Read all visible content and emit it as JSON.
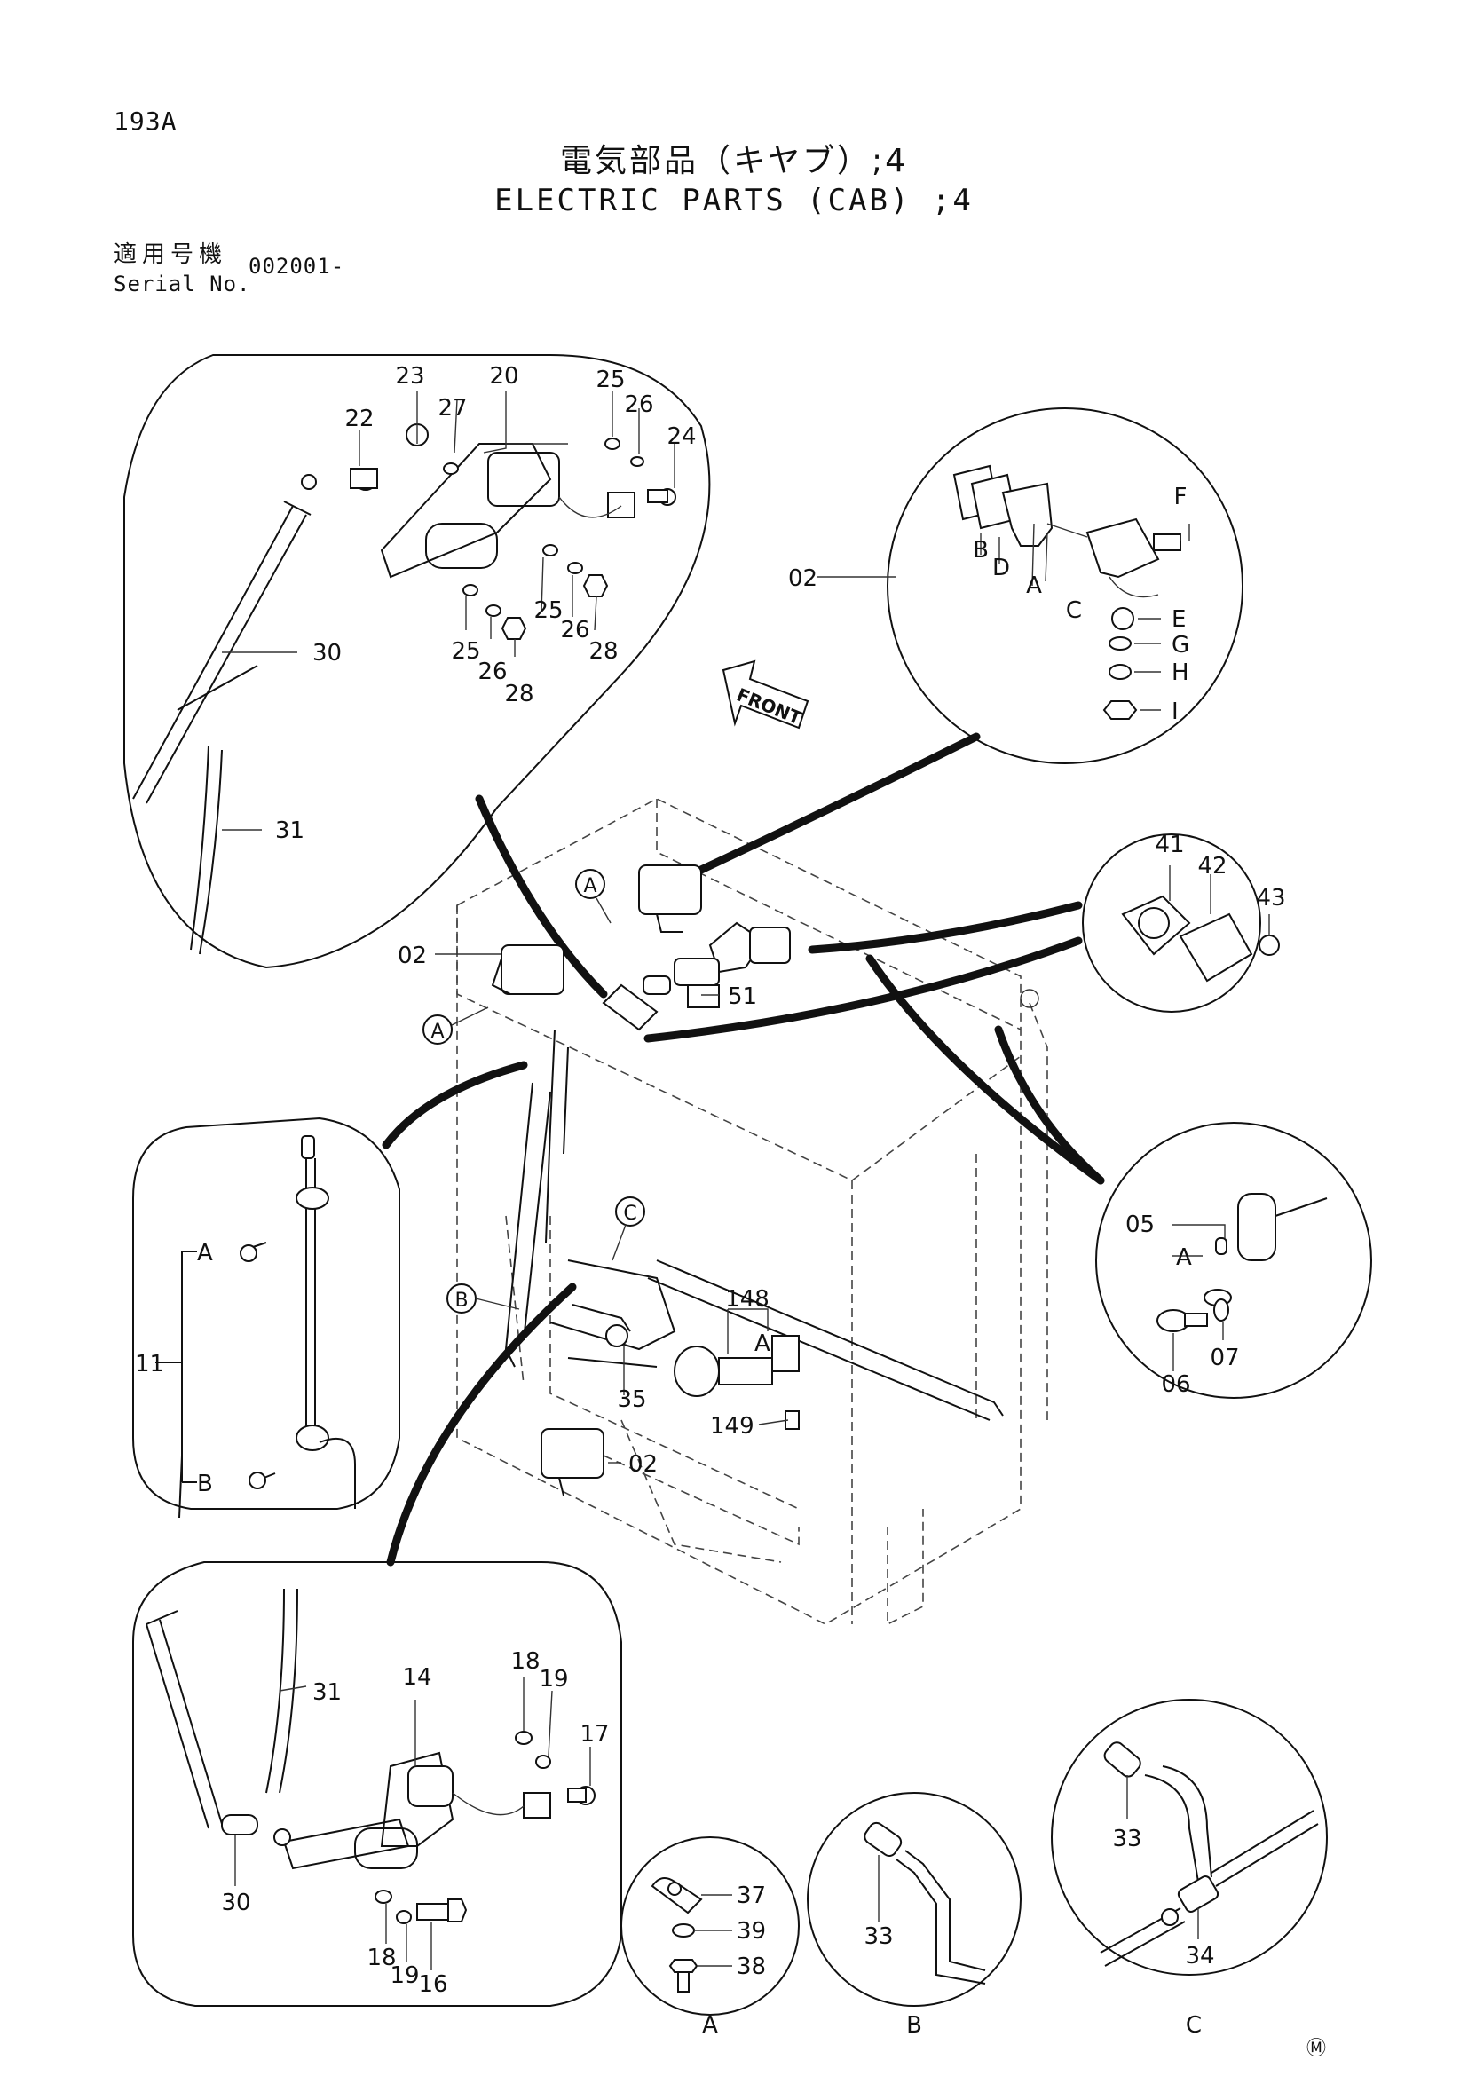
{
  "header": {
    "page_code": "193A",
    "title_jp": "電気部品（キヤブ）;4",
    "title_en": "ELECTRIC PARTS (CAB) ;4",
    "serial_label_jp": "適用号機",
    "serial_label_en": "Serial No.",
    "serial_value": "002001-"
  },
  "front_label": "FRONT",
  "detail_labels": {
    "a": "A",
    "b": "B",
    "c": "C"
  },
  "letter_labels": [
    "A",
    "B",
    "C",
    "D",
    "E",
    "F",
    "G",
    "H",
    "I"
  ],
  "part_numbers": {
    "p02": "02",
    "p05": "05",
    "p06": "06",
    "p07": "07",
    "p11": "11",
    "p14": "14",
    "p16": "16",
    "p17": "17",
    "p18": "18",
    "p19": "19",
    "p20": "20",
    "p22": "22",
    "p23": "23",
    "p24": "24",
    "p25": "25",
    "p26": "26",
    "p27": "27",
    "p28": "28",
    "p30": "30",
    "p31": "31",
    "p33": "33",
    "p34": "34",
    "p35": "35",
    "p37": "37",
    "p38": "38",
    "p39": "39",
    "p41": "41",
    "p42": "42",
    "p43": "43",
    "p51": "51",
    "p148": "148",
    "p149": "149"
  },
  "footer": {
    "mark": "Ⓜ"
  }
}
